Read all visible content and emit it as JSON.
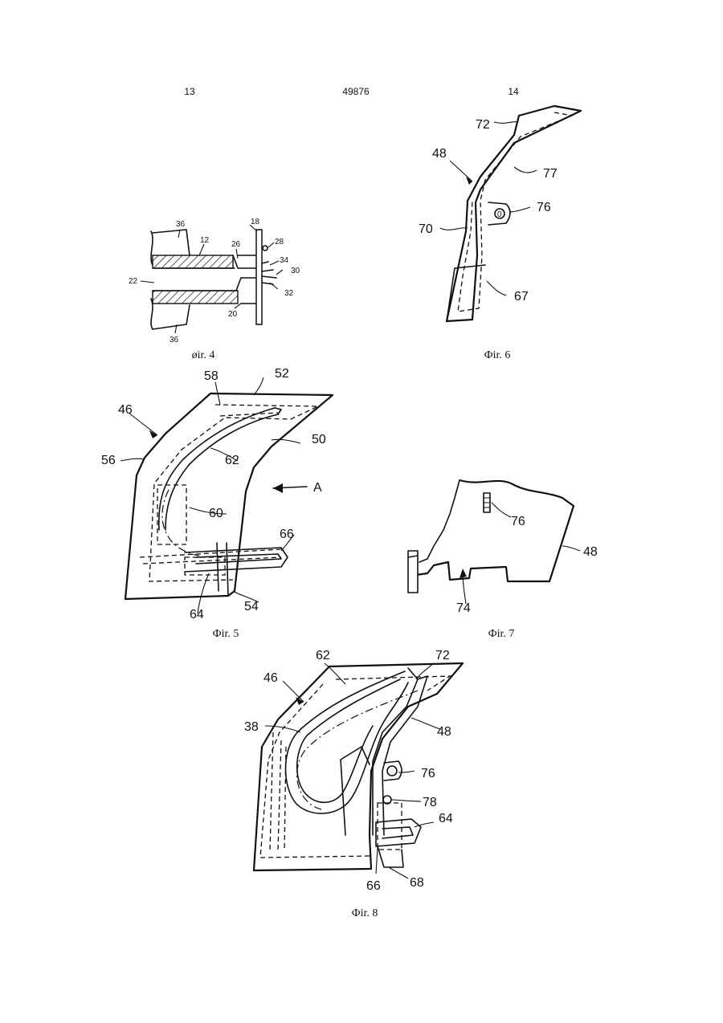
{
  "header": {
    "page_left": "13",
    "patent_number": "49876",
    "page_right": "14"
  },
  "figures": {
    "fig4": {
      "caption": "øir. 4",
      "labels": [
        "36",
        "18",
        "12",
        "26",
        "28",
        "34",
        "30",
        "22",
        "32",
        "20",
        "36"
      ]
    },
    "fig5": {
      "caption": "Фir. 5",
      "labels": [
        "58",
        "52",
        "46",
        "50",
        "56",
        "62",
        "A",
        "60",
        "66",
        "64",
        "54"
      ]
    },
    "fig6": {
      "caption": "Фir. 6",
      "labels": [
        "72",
        "48",
        "77",
        "76",
        "70",
        "67"
      ]
    },
    "fig7": {
      "caption": "Фir. 7",
      "labels": [
        "76",
        "48",
        "74"
      ]
    },
    "fig8": {
      "caption": "Фir. 8",
      "labels": [
        "62",
        "72",
        "46",
        "38",
        "48",
        "76",
        "78",
        "64",
        "66",
        "68"
      ]
    }
  }
}
